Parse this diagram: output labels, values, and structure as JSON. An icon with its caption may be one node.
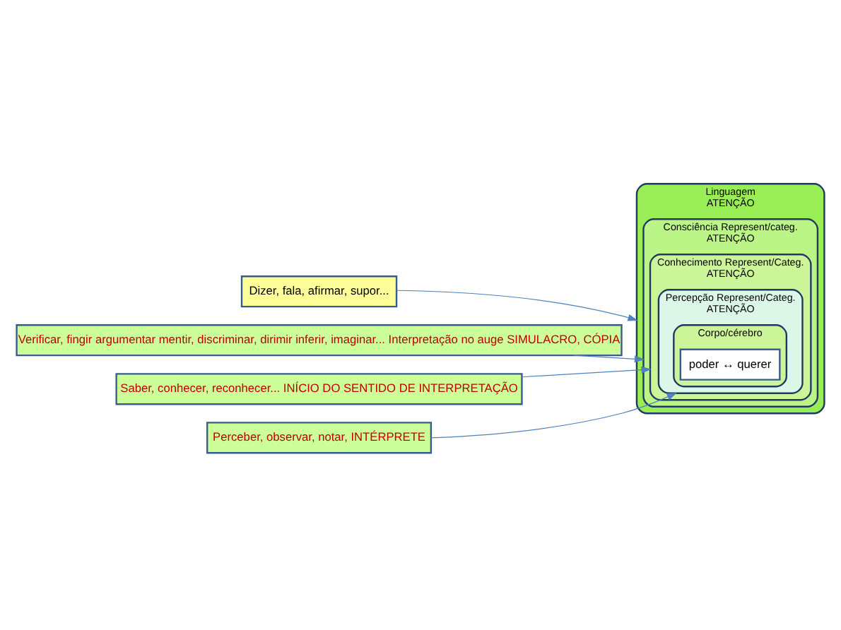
{
  "diagram": {
    "nodes": [
      {
        "text": [
          "Linguagem",
          "ATENÇÃO"
        ]
      },
      {
        "text": [
          "Consciência Represent/categ.",
          "ATENÇÃO"
        ],
        "in": 0
      },
      {
        "text": [
          "Conhecimento Represent/Categ.",
          "ATENÇÃO"
        ],
        "in": 1
      },
      {
        "text": [
          "Percepção Represent/Categ.",
          "ATENÇÃO"
        ],
        "in": 2
      },
      {
        "text": [
          "Corpo/cérebro"
        ],
        "in": 3
      },
      {
        "text": [
          "poder ↔ querer"
        ],
        "in": 4
      },
      {
        "text": [
          "Dizer, fala, afirmar, supor..."
        ]
      },
      {
        "text": [
          "Verificar, fingir argumentar mentir, discriminar, dirimir inferir, imaginar... Interpretação no auge SIMULACRO, CÓPIA"
        ]
      },
      {
        "text": [
          "Saber, conhecer, reconhecer... INÍCIO DO SENTIDO DE INTERPRETAÇÃO"
        ]
      },
      {
        "text": [
          "Perceber, observar, notar, INTÉRPRETE"
        ]
      }
    ],
    "edges": [
      {
        "from": 6,
        "to": 0,
        "arrow": "to"
      },
      {
        "from": 7,
        "to": 1,
        "arrow": "to"
      },
      {
        "from": 8,
        "to": 2,
        "arrow": "to"
      },
      {
        "from": 9,
        "to": 3,
        "arrow": "to"
      }
    ]
  }
}
